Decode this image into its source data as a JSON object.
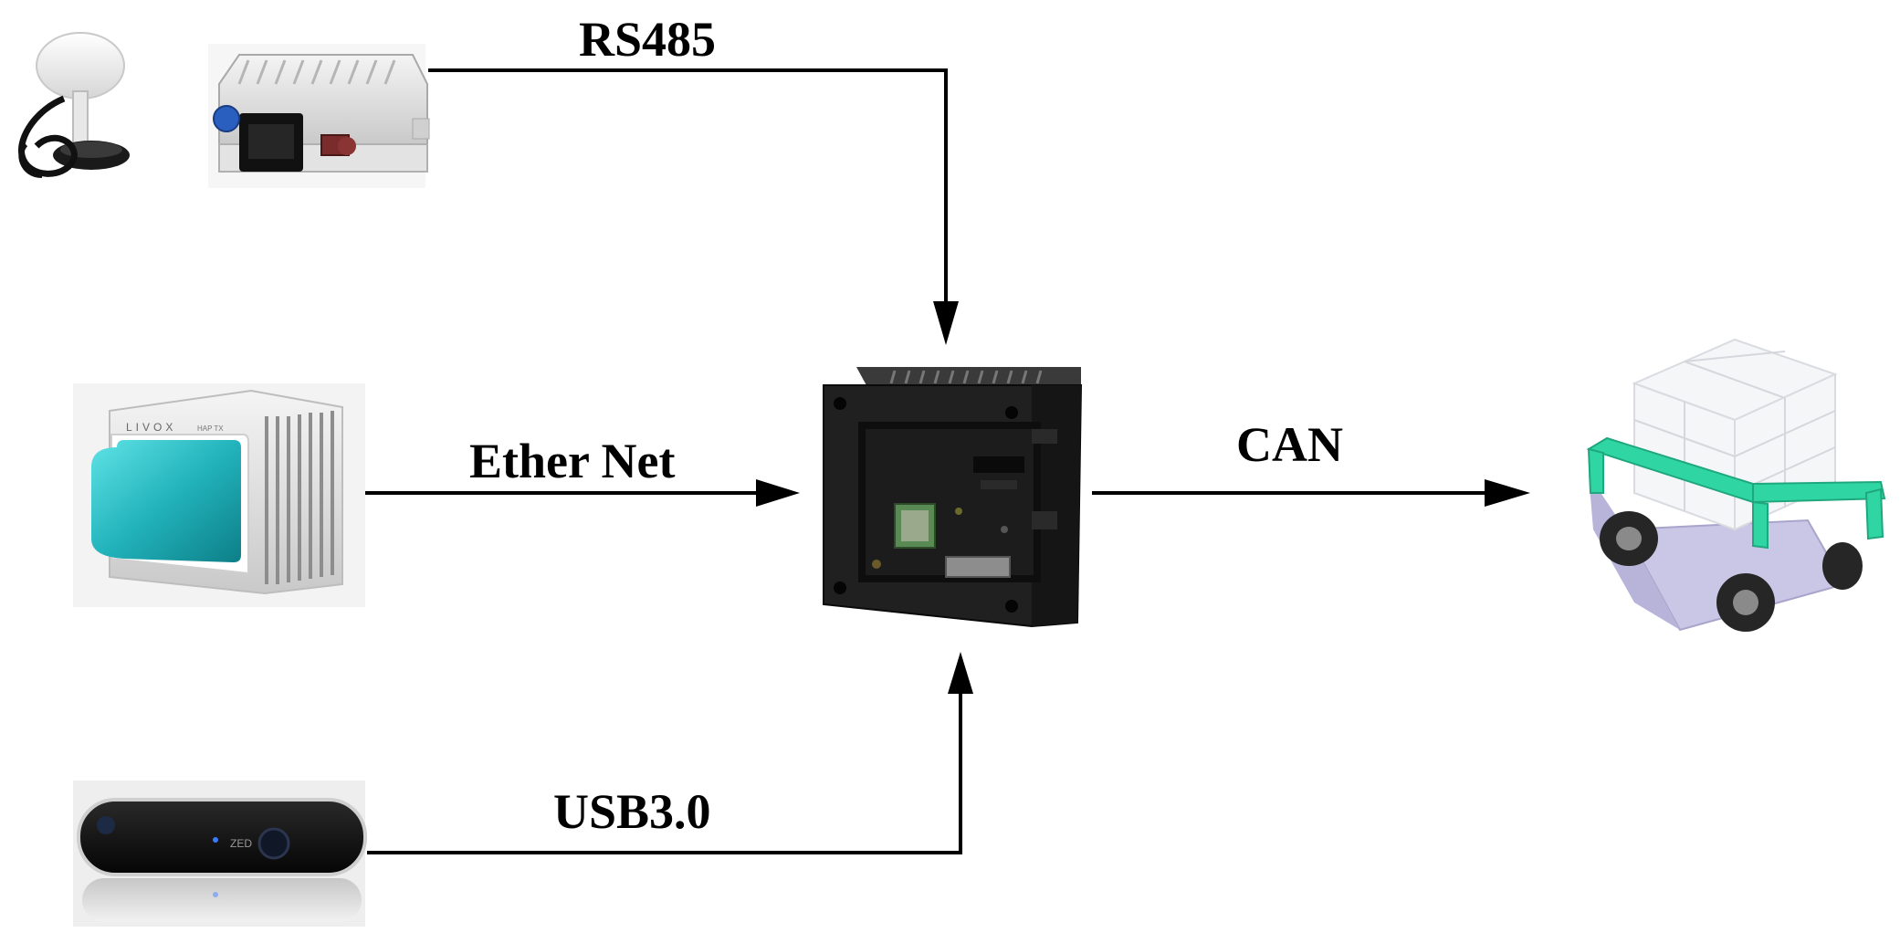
{
  "labels": {
    "rs485": "RS485",
    "ethernet": "Ether Net",
    "can": "CAN",
    "usb": "USB3.0"
  },
  "device_text": {
    "lidar_brand": "LIVOX",
    "lidar_model": "HAP TX",
    "camera_brand": "ZED"
  },
  "colors": {
    "line": "#000000",
    "lidar_window": "#2bb7bf",
    "vehicle_frame": "#2fd6a3",
    "vehicle_body": "#c9c6e6",
    "controller_box": "#222222"
  },
  "icons": {
    "gnss_antenna": "gnss-antenna-icon",
    "gnss_receiver": "gnss-receiver-icon",
    "lidar": "lidar-icon",
    "stereo_camera": "stereo-camera-icon",
    "controller": "embedded-computer-icon",
    "vehicle": "transport-vehicle-icon"
  }
}
